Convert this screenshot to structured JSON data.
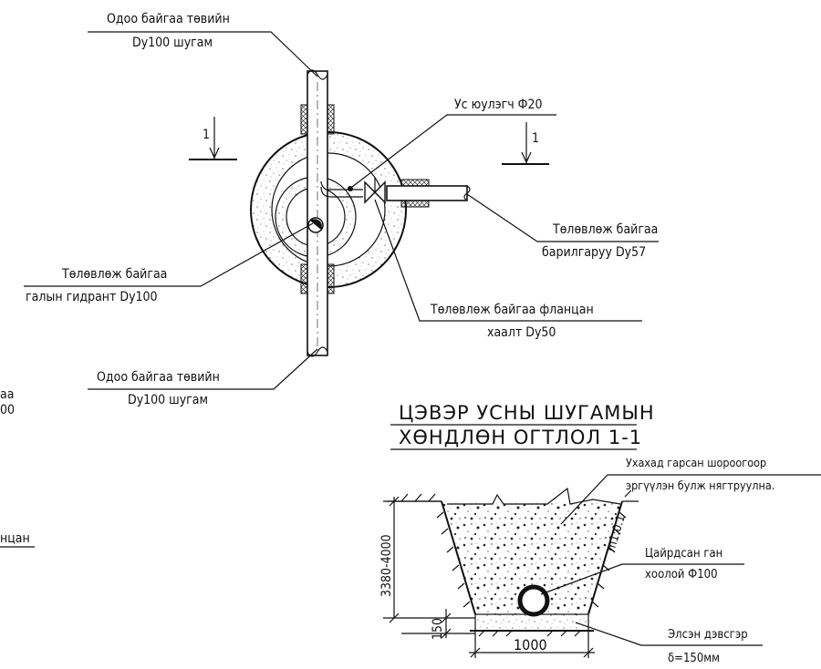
{
  "plan": {
    "existing_pipe_top": {
      "line1": "Одоо байгаа төвийн",
      "line2": "Dy100 шугам"
    },
    "existing_pipe_bottom": {
      "line1": "Одоо байгаа төвийн",
      "line2": "Dy100 шугам"
    },
    "water_meter": "Ус юулэгч Ф20",
    "hydrant": {
      "line1": "Төлөвлөж байгаа",
      "line2": "галын гидрант Dy100"
    },
    "outlet": {
      "line1": "Төлөвлөж байгаа",
      "line2": "барилгаруу Dy57"
    },
    "valve": {
      "line1": "Төлөвлөж байгаа фланцан",
      "line2": "хаалт Dy50"
    },
    "section_mark": "1",
    "cut_off_texts": [
      "аа",
      "00",
      "нцан"
    ]
  },
  "section": {
    "title_line1": "ЦЭВЭР УСНЫ ШУГАМЫН",
    "title_line2": "ХӨНДЛӨН ОГТЛОЛ 1-1",
    "backfill": {
      "line1": "Ухахад гарсан шороогоор",
      "line2": "эргүүлэн булж нягтруулна."
    },
    "pipe": {
      "line1": "Цайрдсан ган",
      "line2": "хоолой Ф100"
    },
    "bedding": {
      "line1": "Элсэн дэвсгэр",
      "line2": "δ=150мм"
    },
    "slope": "m1:0.1",
    "depth_dim": "3380-4000",
    "bedding_dim": "150",
    "width_dim": "1000"
  }
}
